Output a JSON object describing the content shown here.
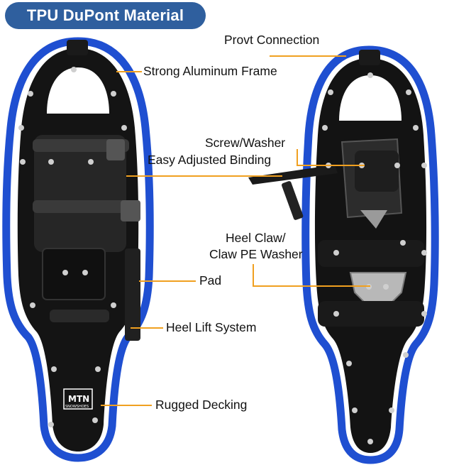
{
  "banner": {
    "text": "TPU DuPont Material"
  },
  "brand": {
    "logo_text": "MTN",
    "logo_sub": "SNOWSHOES"
  },
  "colors": {
    "frame_blue": "#1f4fd1",
    "decking": "#141414",
    "leader": "#f0a020",
    "banner_bg": "#2f5f9e"
  },
  "callouts": {
    "provt_connection": "Provt Connection",
    "strong_aluminum_frame": "Strong Aluminum Frame",
    "screw_washer": "Screw/Washer",
    "easy_adjusted_binding": "Easy Adjusted Binding",
    "heel_claw_line1": "Heel Claw/",
    "heel_claw_line2": "Claw PE Washer",
    "pad": "Pad",
    "heel_lift_system": "Heel Lift System",
    "rugged_decking": "Rugged Decking"
  }
}
